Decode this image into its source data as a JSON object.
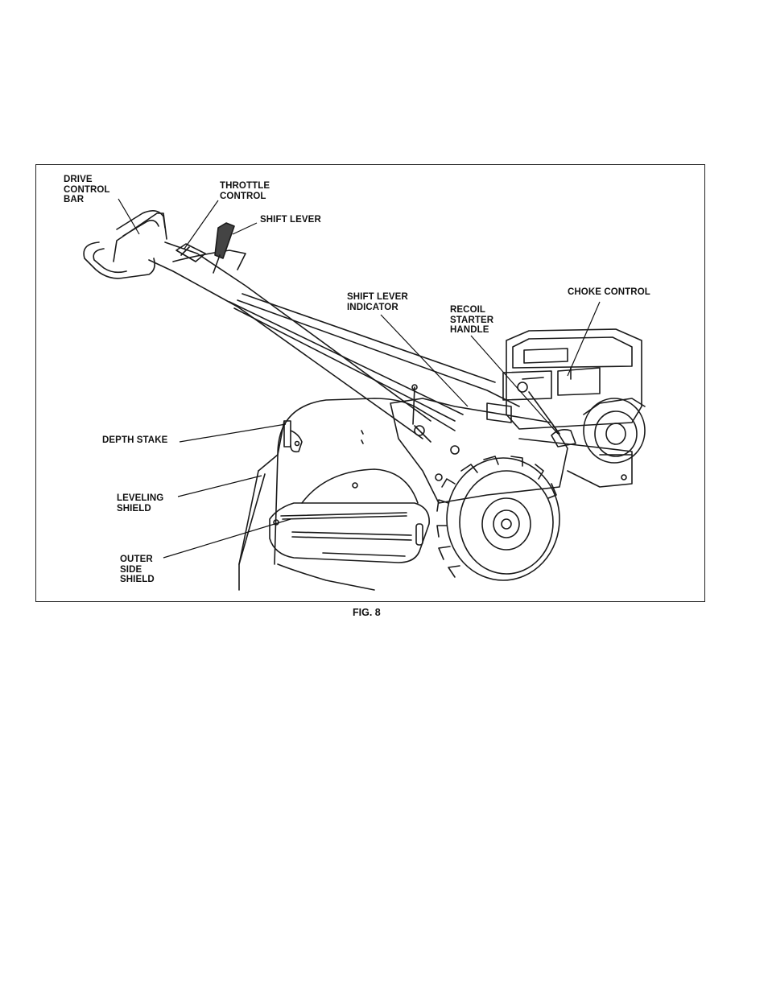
{
  "figure": {
    "caption": "FIG. 8",
    "labels": {
      "drive_control_bar": "DRIVE\nCONTROL\nBAR",
      "throttle_control": "THROTTLE\nCONTROL",
      "shift_lever": "SHIFT LEVER",
      "shift_lever_indicator": "SHIFT LEVER\nINDICATOR",
      "recoil_starter_handle": "RECOIL\nSTARTER\nHANDLE",
      "choke_control": "CHOKE CONTROL",
      "depth_stake": "DEPTH STAKE",
      "leveling_shield": "LEVELING\nSHIELD",
      "outer_side_shield": "OUTER\nSIDE\nSHIELD"
    }
  }
}
